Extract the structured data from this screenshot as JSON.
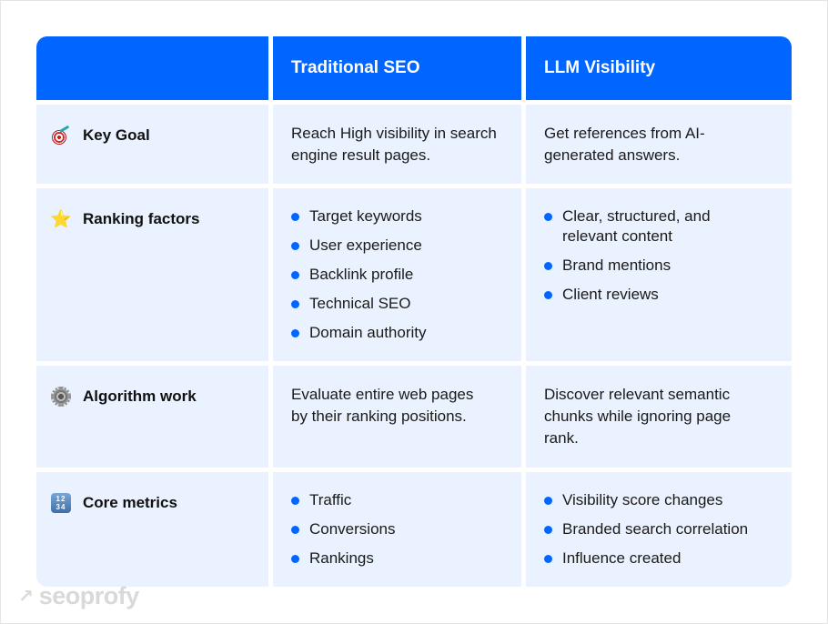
{
  "colors": {
    "header_bg": "#0066ff",
    "cell_bg": "#e9f2fe",
    "bullet": "#0066ff",
    "logo": "#d9d9d9"
  },
  "table": {
    "headers": [
      "",
      "Traditional SEO",
      "LLM Visibility"
    ],
    "rows": [
      {
        "icon": "direct-hit-target-icon",
        "label": "Key Goal",
        "traditional_seo": {
          "type": "text",
          "text": "Reach High visibility in search engine result pages."
        },
        "llm_visibility": {
          "type": "text",
          "text": "Get references from AI-generated answers."
        }
      },
      {
        "icon": "star-icon",
        "label": "Ranking factors",
        "traditional_seo": {
          "type": "list",
          "items": [
            "Target keywords",
            "User experience",
            "Backlink profile",
            "Technical SEO",
            "Domain authority"
          ]
        },
        "llm_visibility": {
          "type": "list",
          "items": [
            "Clear, structured, and relevant content",
            "Brand mentions",
            "Client reviews"
          ]
        }
      },
      {
        "icon": "gear-icon",
        "label": "Algorithm work",
        "traditional_seo": {
          "type": "text",
          "text": "Evaluate entire web pages by their ranking positions."
        },
        "llm_visibility": {
          "type": "text",
          "text": "Discover relevant semantic chunks while ignoring page rank."
        }
      },
      {
        "icon": "input-numbers-icon",
        "label": "Core metrics",
        "traditional_seo": {
          "type": "list",
          "items": [
            "Traffic",
            "Conversions",
            "Rankings"
          ]
        },
        "llm_visibility": {
          "type": "list",
          "items": [
            "Visibility score changes",
            "Branded search correlation",
            "Influence created"
          ]
        }
      }
    ]
  },
  "icons": {
    "star": "⭐",
    "numbers_top": "12",
    "numbers_bottom": "34"
  },
  "logo": {
    "arrow": "↗",
    "text": "seoprofy"
  }
}
